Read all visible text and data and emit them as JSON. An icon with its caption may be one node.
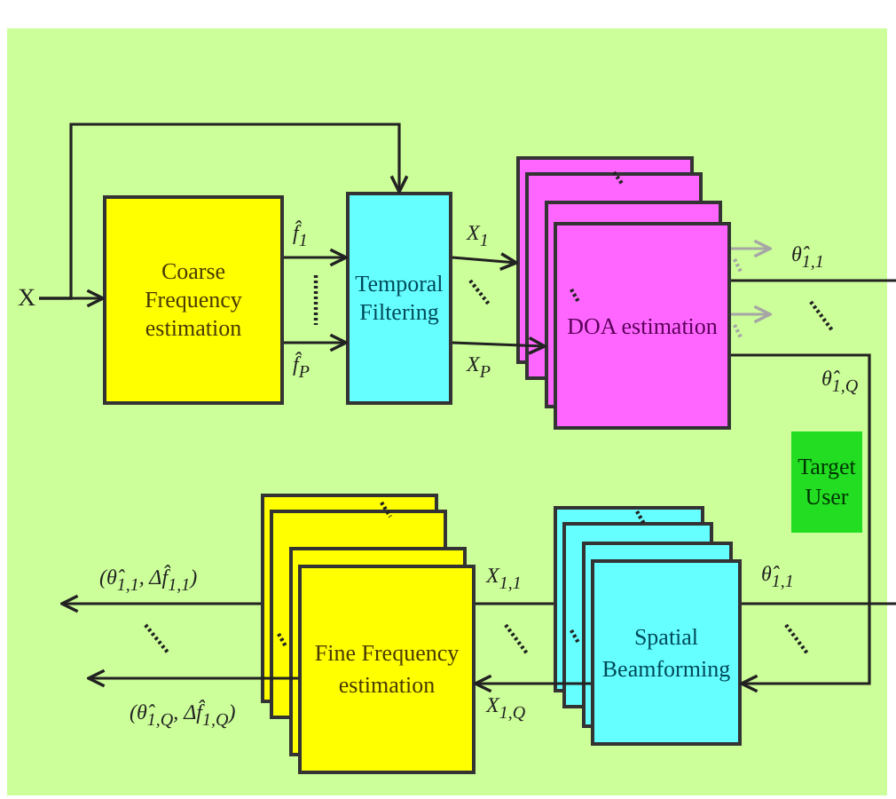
{
  "diagram": {
    "nodes": [
      {
        "text": [
          "X"
        ]
      },
      {
        "text": [
          "Coarse Frequency estimation"
        ]
      },
      {
        "text": [
          "Temporal Filtering"
        ]
      },
      {
        "text": [
          "DOA estimation"
        ]
      },
      {
        "text": [
          "Target User"
        ]
      },
      {
        "text": [
          "Spatial Beamforming"
        ]
      },
      {
        "text": [
          "Fine Frequency estimation"
        ]
      }
    ],
    "edges": [
      {
        "from": 0,
        "to": 1,
        "arrow": "to"
      },
      {
        "from": 0,
        "to": 2,
        "arrow": "to"
      },
      {
        "from": 1,
        "to": 2,
        "arrow": "to",
        "label": "f̂$_{1}$"
      },
      {
        "from": 1,
        "to": 2,
        "arrow": "to",
        "label": "f̂$_{P}$"
      },
      {
        "from": 2,
        "to": 3,
        "arrow": "to",
        "label": "X$_{1}$"
      },
      {
        "from": 2,
        "to": 3,
        "arrow": "to",
        "label": "X$_{P}$"
      },
      {
        "from": 3,
        "to": null,
        "arrow": "none",
        "label": "θ̂$_{1,1}$"
      },
      {
        "from": 3,
        "to": null,
        "arrow": "to",
        "color": "#a6a6a6"
      },
      {
        "from": 3,
        "to": null,
        "arrow": "to",
        "color": "#a6a6a6"
      },
      {
        "from": 3,
        "to": 5,
        "arrow": "to",
        "label": "θ̂$_{1,Q}$"
      },
      {
        "from": null,
        "to": 5,
        "arrow": "none",
        "label": "θ̂$_{1,1}$"
      },
      {
        "from": 5,
        "to": 6,
        "arrow": "none",
        "label": "X$_{1,1}$"
      },
      {
        "from": 5,
        "to": 6,
        "arrow": "to",
        "label": "X$_{1,Q}$"
      },
      {
        "from": 6,
        "to": null,
        "arrow": "to",
        "label": "(θ̂$_{1,1}$, Δf̂$_{1,1}$)"
      },
      {
        "from": 6,
        "to": null,
        "arrow": "to",
        "label": "(θ̂$_{1,Q}$, Δf̂$_{1,Q}$)"
      }
    ]
  }
}
